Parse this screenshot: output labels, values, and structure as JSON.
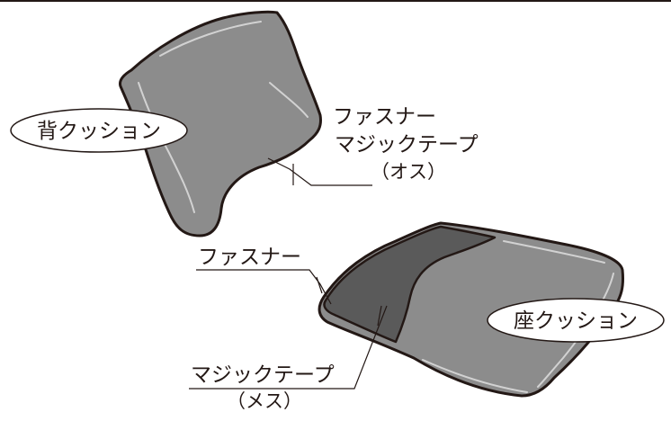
{
  "labels": {
    "back_cushion": "背クッション",
    "seat_cushion": "座クッション",
    "back_fastener": "ファスナー",
    "back_velcro": "マジックテープ",
    "back_velcro_type": "（オス）",
    "seat_fastener": "ファスナー",
    "seat_velcro": "マジックテープ",
    "seat_velcro_type": "（メス）"
  },
  "colors": {
    "cushion_fill": "#8c8c8c",
    "panel_fill": "#5a5a5a",
    "outline": "#231815",
    "highlight": "#d2d2d2"
  }
}
